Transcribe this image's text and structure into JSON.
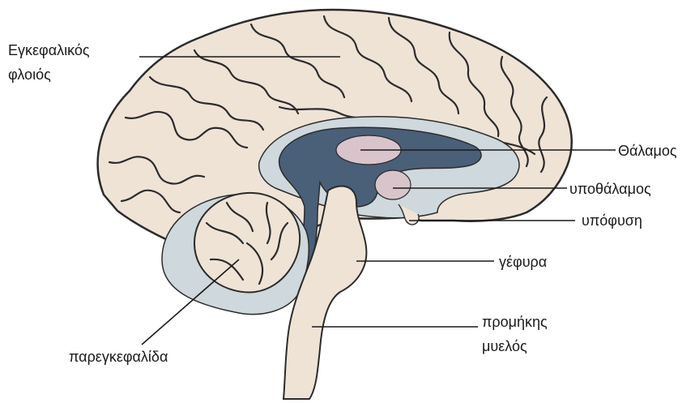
{
  "labels": {
    "cortex": [
      "Εγκεφαλικός",
      "φλοιός"
    ],
    "thalamus": "Θάλαμος",
    "hypothalamus": "υποθάλαμος",
    "pituitary": "υπόφυση",
    "pons": "γέφυρα",
    "medulla": [
      "προμήκης",
      "μυελός"
    ],
    "cerebellum": "παρεγκεφαλίδα"
  },
  "colors": {
    "cortex": "#efe3d6",
    "outline": "#2b2b2b",
    "inner_region": "#cfd8dc",
    "midbrain": "#4a5f78",
    "thalamus": "#d9c4cc",
    "brainstem": "#efe3d6"
  }
}
